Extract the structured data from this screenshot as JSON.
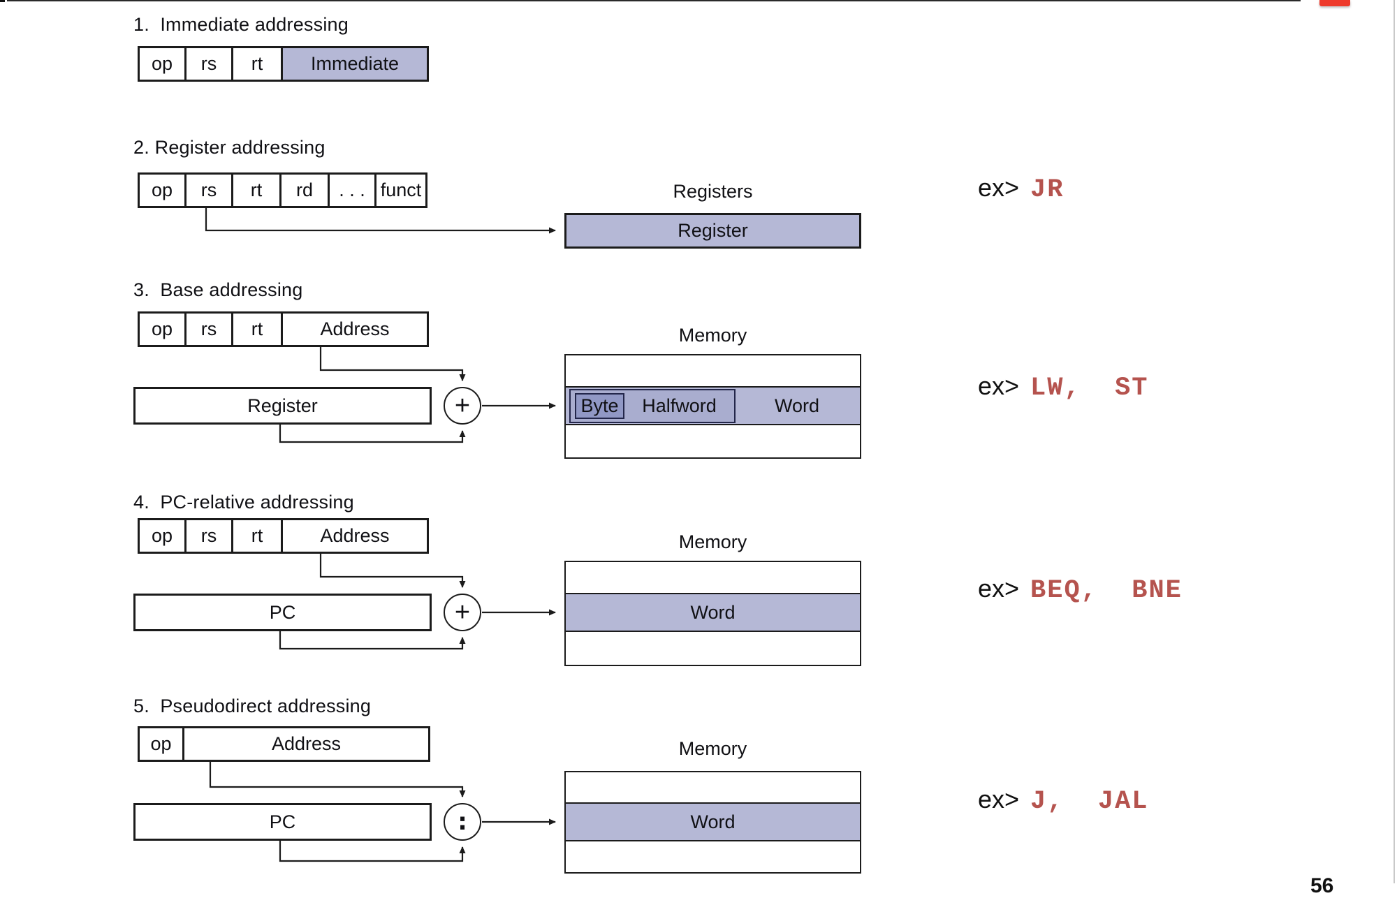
{
  "page": {
    "page_number": "56",
    "accent_red": "#ee3a2b",
    "shade_light": "#b5b8d6",
    "shade_mid": "#a9adcf",
    "shade_dark": "#9198c5",
    "code_color": "#b5534e"
  },
  "sections": [
    {
      "title": "1.  Immediate addressing",
      "fields": [
        {
          "label": "op"
        },
        {
          "label": "rs"
        },
        {
          "label": "rt"
        },
        {
          "label": "Immediate"
        }
      ]
    },
    {
      "title": "2. Register addressing",
      "fields": [
        {
          "label": "op"
        },
        {
          "label": "rs"
        },
        {
          "label": "rt"
        },
        {
          "label": "rd"
        },
        {
          "label": ". . ."
        },
        {
          "label": "funct"
        }
      ],
      "target_heading": "Registers",
      "target_box": "Register",
      "example": {
        "prefix": "ex>",
        "code": "JR"
      }
    },
    {
      "title": "3.  Base addressing",
      "fields": [
        {
          "label": "op"
        },
        {
          "label": "rs"
        },
        {
          "label": "rt"
        },
        {
          "label": "Address"
        }
      ],
      "source_box": "Register",
      "operator": "+",
      "memory_heading": "Memory",
      "memory_cells": {
        "byte": "Byte",
        "halfword": "Halfword",
        "word": "Word"
      },
      "example": {
        "prefix": "ex>",
        "code": "LW,  ST"
      }
    },
    {
      "title": "4.  PC-relative addressing",
      "fields": [
        {
          "label": "op"
        },
        {
          "label": "rs"
        },
        {
          "label": "rt"
        },
        {
          "label": "Address"
        }
      ],
      "source_box": "PC",
      "operator": "+",
      "memory_heading": "Memory",
      "memory_cells": {
        "word": "Word"
      },
      "example": {
        "prefix": "ex>",
        "code": "BEQ,  BNE"
      }
    },
    {
      "title": "5.  Pseudodirect addressing",
      "fields": [
        {
          "label": "op"
        },
        {
          "label": "Address"
        }
      ],
      "source_box": "PC",
      "operator": ":",
      "memory_heading": "Memory",
      "memory_cells": {
        "word": "Word"
      },
      "example": {
        "prefix": "ex>",
        "code": "J,  JAL"
      }
    }
  ]
}
